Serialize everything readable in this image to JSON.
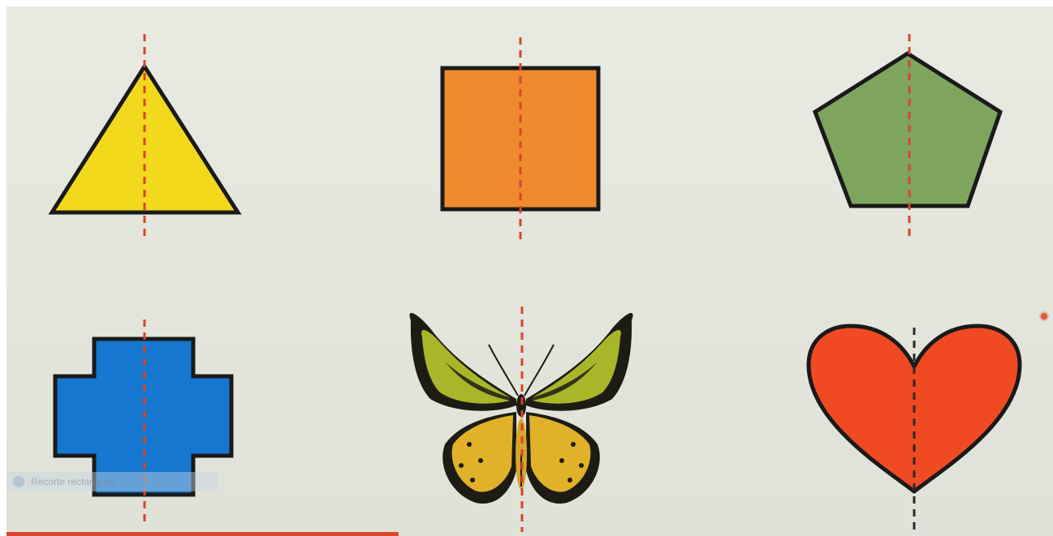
{
  "overlay": {
    "label": "Recorte rectangular"
  },
  "video": {
    "progress_fraction": 0.375
  },
  "colors": {
    "triangle": "#f2d91b",
    "square": "#f08a2e",
    "pentagon": "#7ea55e",
    "cross": "#1577cf",
    "heart": "#f04a22",
    "outline": "#1a1a1a",
    "axis_red": "#d7452b",
    "axis_dark": "#2a2a2a"
  },
  "shapes": [
    {
      "name": "triangle",
      "axis": "vertical"
    },
    {
      "name": "square",
      "axis": "vertical"
    },
    {
      "name": "pentagon",
      "axis": "vertical"
    },
    {
      "name": "cross",
      "axis": "vertical"
    },
    {
      "name": "butterfly",
      "axis": "vertical"
    },
    {
      "name": "heart",
      "axis": "vertical"
    }
  ]
}
